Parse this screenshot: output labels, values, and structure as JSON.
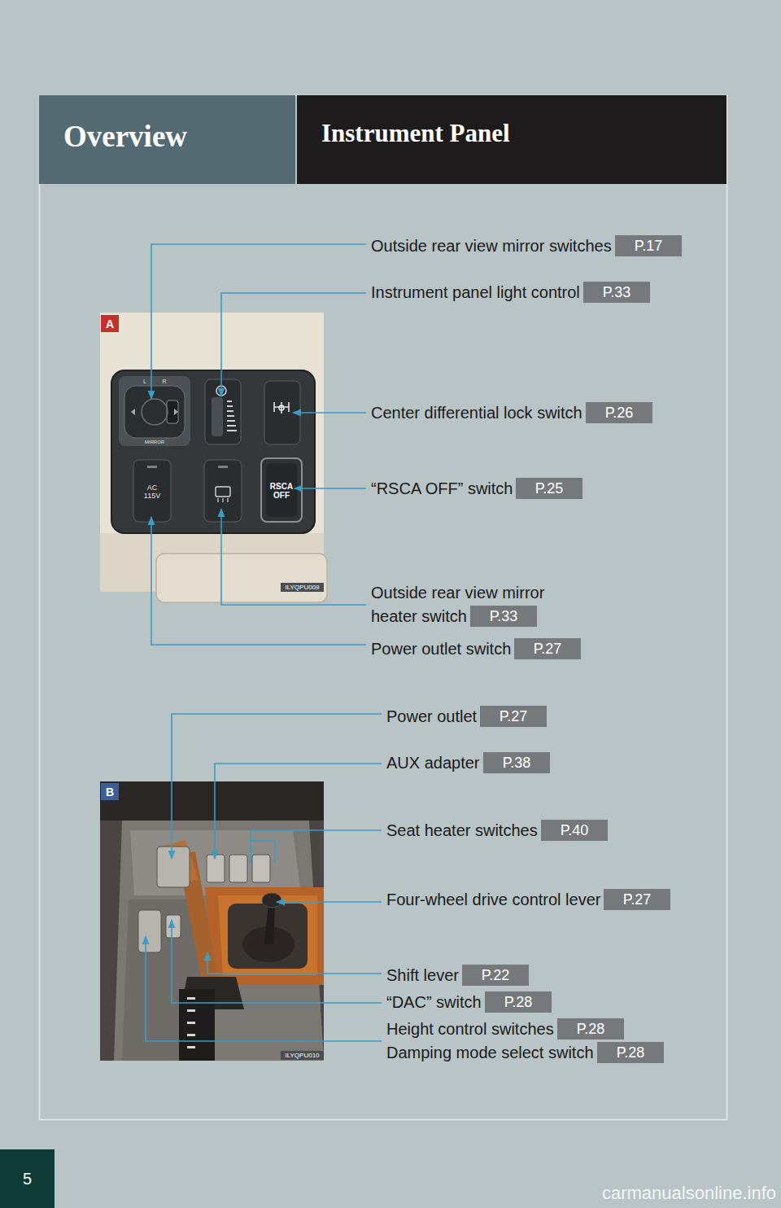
{
  "diagram": {
    "nodes": [
      {
        "text": [
          "Overview"
        ]
      },
      {
        "text": [
          "Instrument Panel"
        ]
      },
      {
        "text": [
          "A"
        ]
      },
      {
        "text": [
          "P.17"
        ]
      },
      {
        "text": [
          "P.33"
        ]
      },
      {
        "text": [
          "P.26"
        ]
      },
      {
        "text": [
          "P.25"
        ]
      },
      {
        "text": [
          "P.33"
        ]
      },
      {
        "text": [
          "P.27"
        ]
      },
      {
        "text": [
          "B"
        ]
      },
      {
        "text": [
          "P.27"
        ]
      },
      {
        "text": [
          "P.38"
        ]
      },
      {
        "text": [
          "P.40"
        ]
      },
      {
        "text": [
          "P.27"
        ]
      },
      {
        "text": [
          "P.22"
        ]
      },
      {
        "text": [
          "P.28"
        ]
      },
      {
        "text": [
          "P.28"
        ]
      },
      {
        "text": [
          "P.28"
        ]
      },
      {
        "text": [
          "5"
        ]
      }
    ],
    "labels": [
      "Outside rear view mirror switches",
      "Instrument panel light control",
      "Center differential lock switch",
      "“RSCA OFF” switch",
      "Outside rear view mirror heater switch",
      "Power outlet switch",
      "Power outlet",
      "AUX adapter",
      "Seat heater switches",
      "Four-wheel drive control lever",
      "Shift lever",
      "“DAC” switch",
      "Height control switches",
      "Damping mode select switch",
      "ILYQPU009",
      "ILYQPU010",
      "L",
      "R",
      "MIRROR",
      "AC",
      "115V",
      "RSCA",
      "OFF",
      "carmanualsonline.info"
    ]
  }
}
